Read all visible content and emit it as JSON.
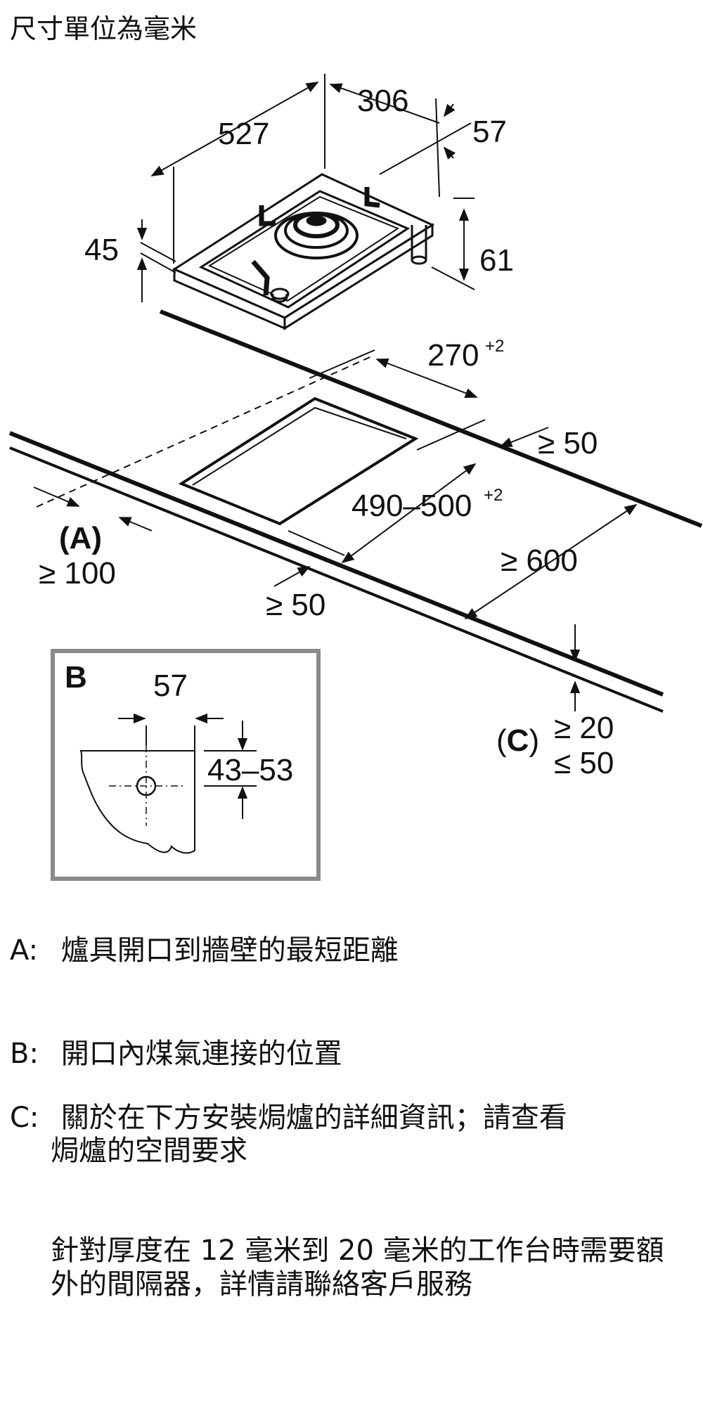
{
  "title": "尺寸單位為毫米",
  "dimensions": {
    "width": "527",
    "depth": "306",
    "gas_offset": "57",
    "frame_height": "45",
    "total_height": "61",
    "cutout_depth": "270",
    "cutout_depth_tol": "+2",
    "cutout_width": "490–500",
    "cutout_width_tol": "+2",
    "back_min": "≥ 50",
    "front_min": "≥ 50",
    "wall_a_min": "≥ 100",
    "side_min": "≥ 600",
    "c_min": "≥ 20",
    "c_max": "≤ 50"
  },
  "labels": {
    "a": "(A)",
    "c_open": "(",
    "c_letter": "C",
    "c_close": ")",
    "detail_b": "B"
  },
  "detail_b": {
    "offset": "57",
    "height_range": "43–53"
  },
  "notes": {
    "a": {
      "key": "A:",
      "text": "爐具開口到牆壁的最短距離"
    },
    "b": {
      "key": "B:",
      "text": "開口內煤氣連接的位置"
    },
    "c": {
      "key": "C:",
      "text": "關於在下方安裝焗爐的詳細資訊；請查看"
    },
    "c2": "焗爐的空間要求",
    "d": "針對厚度在 12 毫米到 20 毫米的工作台時需要額外的間隔器，詳情請聯絡客戶服務"
  }
}
